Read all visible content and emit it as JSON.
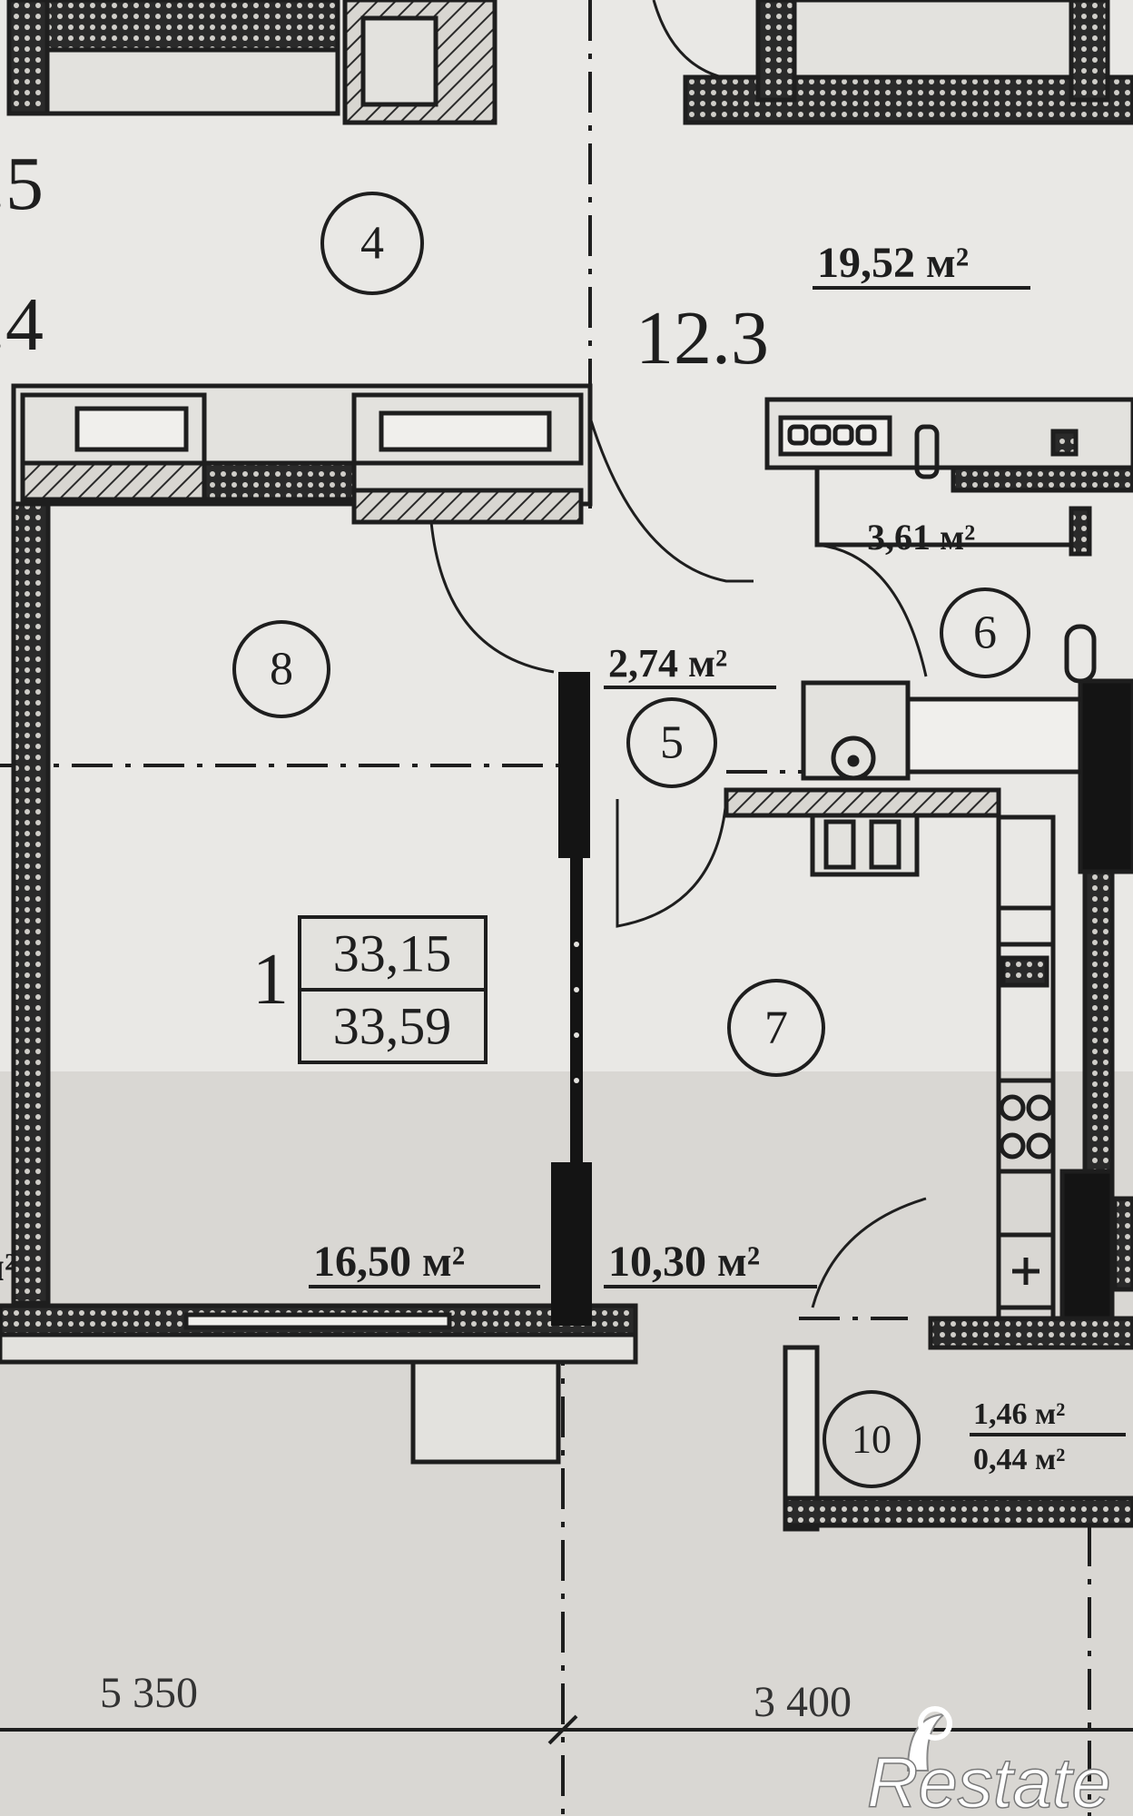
{
  "plan": {
    "rooms": [
      {
        "number": "4"
      },
      {
        "number": "5",
        "area": "2,74 м²"
      },
      {
        "number": "6",
        "area": "3,61 м²"
      },
      {
        "number": "7",
        "area": "10,30 м²"
      },
      {
        "number": "8",
        "area": "16,50 м²"
      },
      {
        "number": "10",
        "area_top": "1,46 м²",
        "area_bottom": "0,44 м²"
      }
    ],
    "neighbor_area": "19,52 м²",
    "edge_labels": [
      ".5",
      ".4",
      "12.3"
    ],
    "apartment": {
      "number": "1",
      "area_living": "33,15",
      "area_total": "33,59"
    },
    "dimensions": [
      "5 350",
      "3 400"
    ],
    "fragment_area": "м²",
    "watermark": "Restate"
  }
}
